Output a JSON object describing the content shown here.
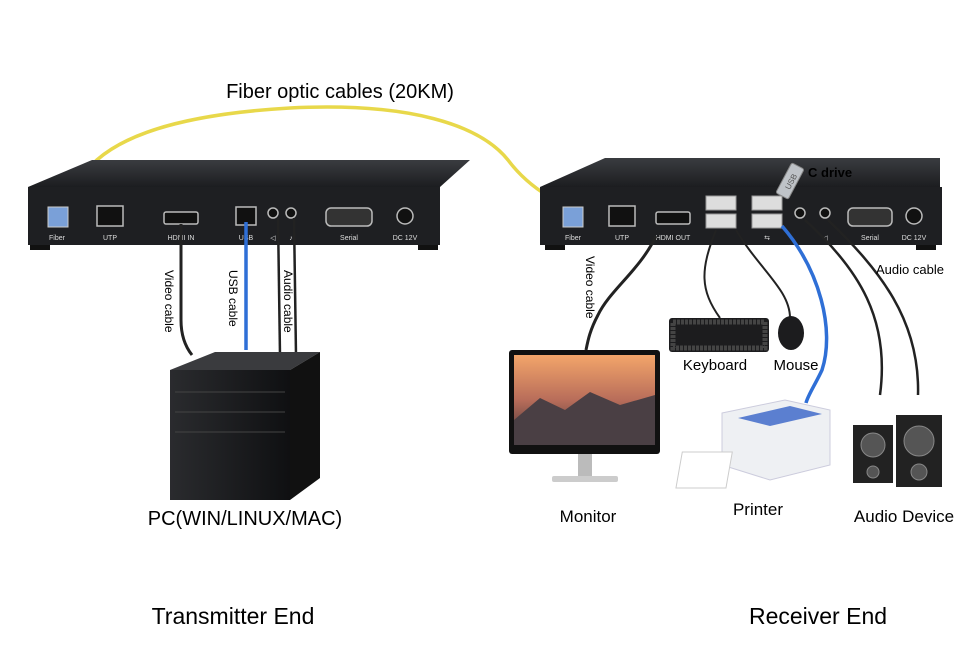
{
  "title": "Fiber optic cables (20KM)",
  "transmitter": {
    "end_label": "Transmitter End",
    "pc_label": "PC(WIN/LINUX/MAC)",
    "ports": [
      "Fiber",
      "UTP",
      "HDMI IN",
      "USB",
      "Serial",
      "DC 12V"
    ],
    "cables": {
      "video": "Video cable",
      "usb": "USB cable",
      "audio": "Audio cable"
    }
  },
  "receiver": {
    "end_label": "Receiver End",
    "ports": [
      "Fiber",
      "UTP",
      "HDMI OUT",
      "Serial",
      "DC 12V"
    ],
    "usb_stick": "USB",
    "c_drive": "C drive",
    "cables": {
      "video": "Video cable",
      "audio": "Audio cable"
    },
    "devices": {
      "monitor": "Monitor",
      "keyboard": "Keyboard",
      "mouse": "Mouse",
      "printer": "Printer",
      "audio": "Audio Device"
    }
  },
  "colors": {
    "fiber": "#e8d84a",
    "usb_cable": "#2f6fd6",
    "chassis": "#1e1f22",
    "cable": "#222222"
  }
}
